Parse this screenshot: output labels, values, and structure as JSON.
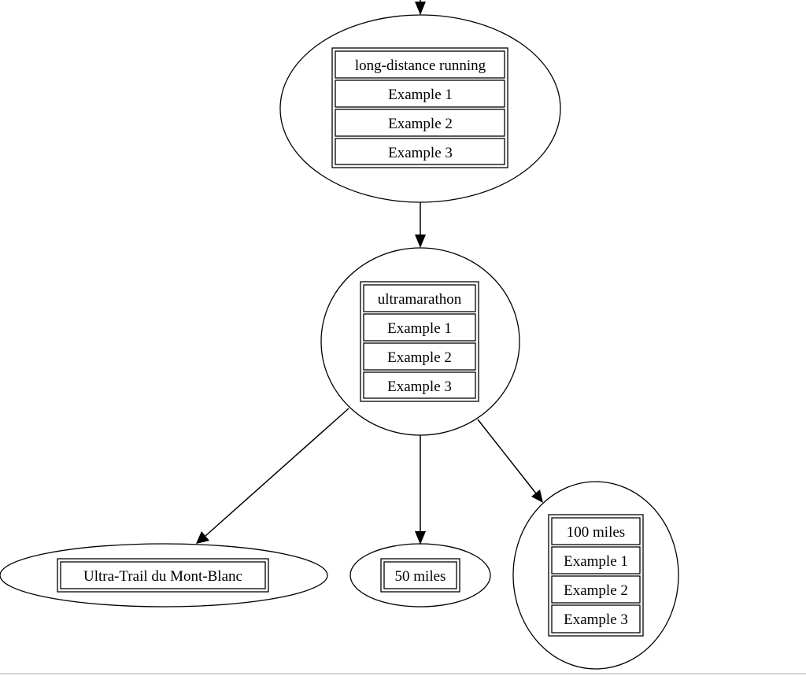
{
  "nodes": [
    {
      "id": "long-distance-running",
      "title": "long-distance running",
      "examples": [
        "Example 1",
        "Example 2",
        "Example 3"
      ]
    },
    {
      "id": "ultramarathon",
      "title": "ultramarathon",
      "examples": [
        "Example 1",
        "Example 2",
        "Example 3"
      ]
    },
    {
      "id": "ultra-trail",
      "title": "Ultra-Trail du Mont-Blanc",
      "examples": []
    },
    {
      "id": "50-miles",
      "title": "50 miles",
      "examples": []
    },
    {
      "id": "100-miles",
      "title": "100 miles",
      "examples": [
        "Example 1",
        "Example 2",
        "Example 3"
      ]
    }
  ],
  "edges": [
    {
      "from": "",
      "to": "long-distance-running"
    },
    {
      "from": "long-distance-running",
      "to": "ultramarathon"
    },
    {
      "from": "ultramarathon",
      "to": "ultra-trail"
    },
    {
      "from": "ultramarathon",
      "to": "50-miles"
    },
    {
      "from": "ultramarathon",
      "to": "100-miles"
    }
  ]
}
